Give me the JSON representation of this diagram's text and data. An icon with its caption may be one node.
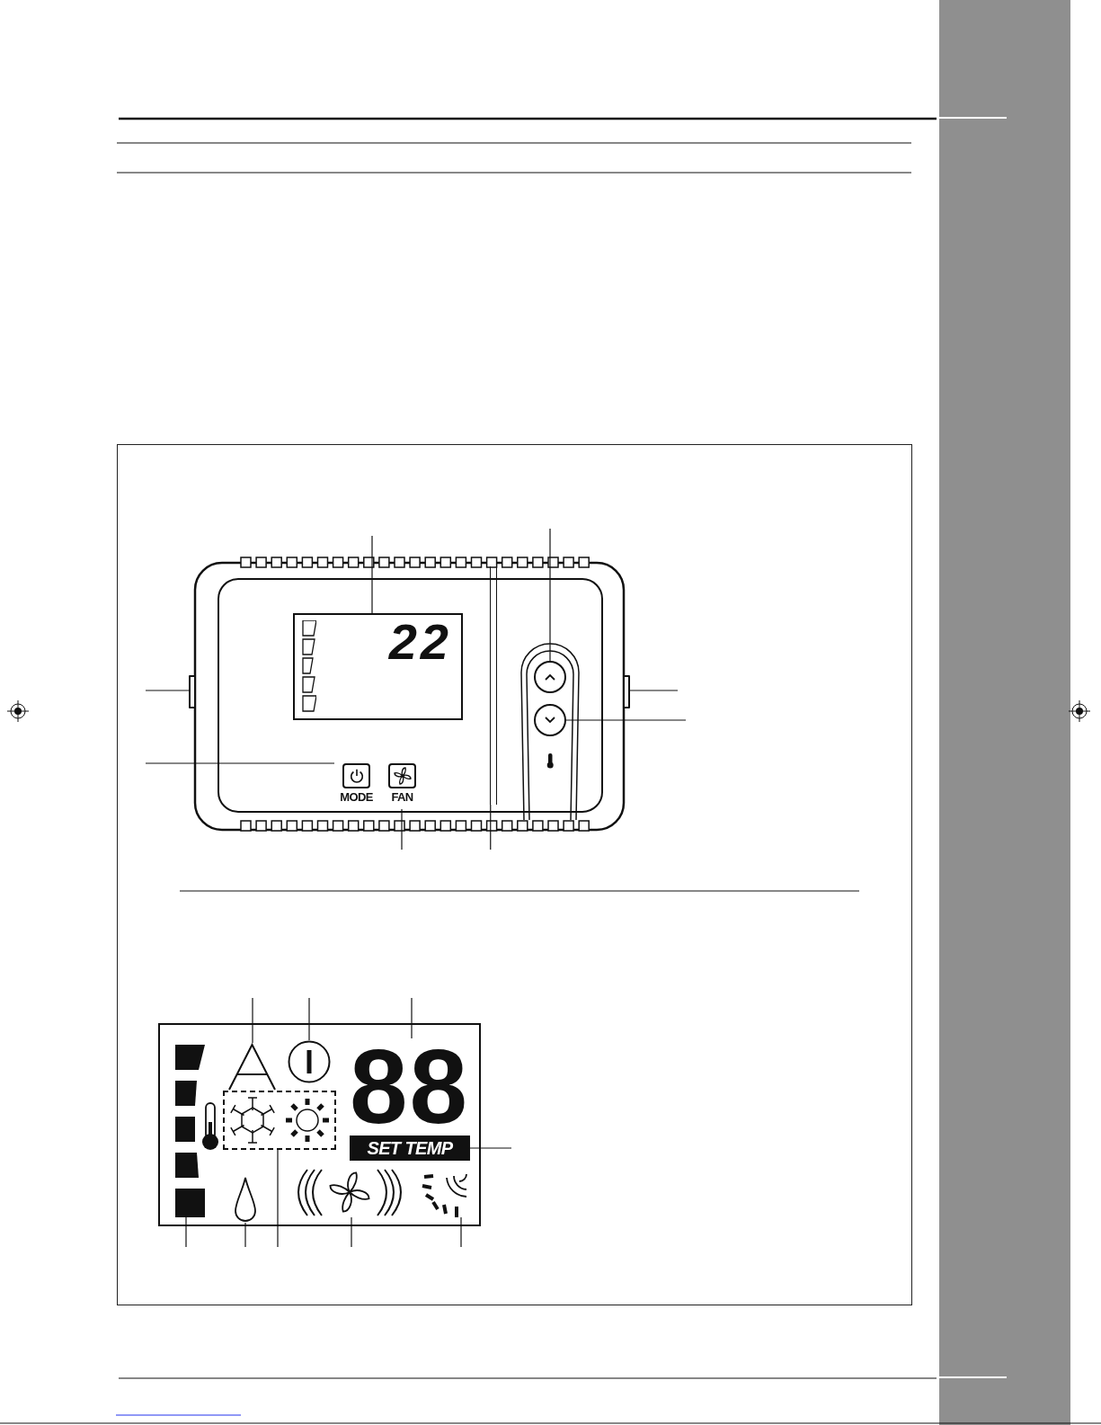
{
  "diagram": {
    "nodes": [
      {
        "text": [
          "22"
        ]
      },
      {
        "text": [],
        "shape": "circle"
      },
      {
        "text": [],
        "shape": "box"
      },
      {
        "text": [],
        "shape": "box"
      },
      {
        "text": [],
        "shape": "circle"
      },
      {
        "text": [
          "MODE"
        ]
      },
      {
        "text": [
          "FAN"
        ]
      },
      {
        "text": [],
        "shape": "bar"
      },
      {
        "text": [],
        "shape": "picture"
      },
      {
        "text": [],
        "shape": "picture"
      },
      {
        "text": [
          "88"
        ]
      },
      {
        "text": [
          "SET TEMP"
        ]
      },
      {
        "text": [],
        "shape": "bar"
      },
      {
        "text": [],
        "shape": "picture"
      },
      {
        "text": [],
        "shape": "box"
      },
      {
        "text": [],
        "shape": "picture"
      },
      {
        "text": [],
        "shape": "picture"
      }
    ],
    "edges": [
      {
        "from": null,
        "to": 0,
        "arrow": "none"
      },
      {
        "from": null,
        "to": 1,
        "arrow": "none"
      },
      {
        "from": null,
        "to": 2,
        "arrow": "none"
      },
      {
        "from": null,
        "to": 5,
        "arrow": "none"
      },
      {
        "from": null,
        "to": 3,
        "arrow": "none"
      },
      {
        "from": null,
        "to": 4,
        "arrow": "none"
      },
      {
        "from": null,
        "to": 6,
        "arrow": "none"
      },
      {
        "from": null,
        "to": 7,
        "arrow": "none"
      },
      {
        "from": null,
        "to": 8,
        "arrow": "none"
      },
      {
        "from": null,
        "to": 9,
        "arrow": "none"
      },
      {
        "from": null,
        "to": 10,
        "arrow": "none"
      },
      {
        "from": null,
        "to": 11,
        "arrow": "none"
      },
      {
        "from": null,
        "to": 12,
        "arrow": "none"
      },
      {
        "from": null,
        "to": 13,
        "arrow": "none"
      },
      {
        "from": null,
        "to": 14,
        "arrow": "none"
      },
      {
        "from": null,
        "to": 15,
        "arrow": "none"
      },
      {
        "from": null,
        "to": 16,
        "arrow": "none"
      }
    ]
  }
}
